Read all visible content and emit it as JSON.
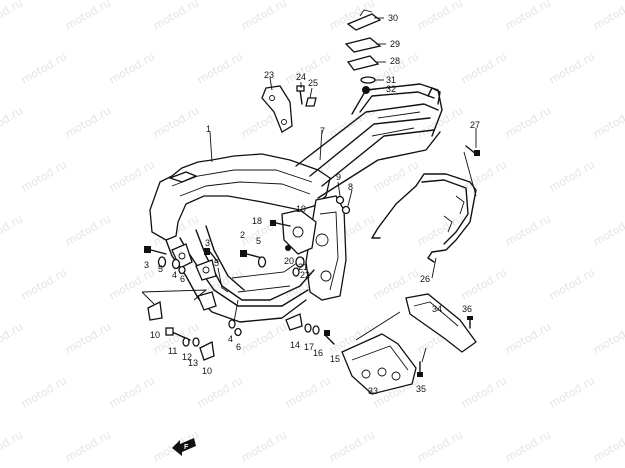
{
  "watermark": {
    "text": "motod.ru"
  },
  "callouts": [
    {
      "id": "c1",
      "label": "1"
    },
    {
      "id": "c2",
      "label": "2"
    },
    {
      "id": "c3a",
      "label": "3"
    },
    {
      "id": "c3b",
      "label": "3"
    },
    {
      "id": "c4a",
      "label": "4"
    },
    {
      "id": "c4b",
      "label": "4"
    },
    {
      "id": "c5a",
      "label": "5"
    },
    {
      "id": "c5b",
      "label": "5"
    },
    {
      "id": "c5c",
      "label": "5"
    },
    {
      "id": "c6a",
      "label": "6"
    },
    {
      "id": "c6b",
      "label": "6"
    },
    {
      "id": "c7",
      "label": "7"
    },
    {
      "id": "c8",
      "label": "8"
    },
    {
      "id": "c9",
      "label": "9"
    },
    {
      "id": "c10a",
      "label": "10"
    },
    {
      "id": "c10b",
      "label": "10"
    },
    {
      "id": "c11",
      "label": "11"
    },
    {
      "id": "c12",
      "label": "12"
    },
    {
      "id": "c13",
      "label": "13"
    },
    {
      "id": "c14",
      "label": "14"
    },
    {
      "id": "c15",
      "label": "15"
    },
    {
      "id": "c16",
      "label": "16"
    },
    {
      "id": "c17",
      "label": "17"
    },
    {
      "id": "c18",
      "label": "18"
    },
    {
      "id": "c19",
      "label": "19"
    },
    {
      "id": "c20",
      "label": "20"
    },
    {
      "id": "c21",
      "label": "21"
    },
    {
      "id": "c22",
      "label": "22"
    },
    {
      "id": "c23",
      "label": "23"
    },
    {
      "id": "c24",
      "label": "24"
    },
    {
      "id": "c25",
      "label": "25"
    },
    {
      "id": "c26",
      "label": "26"
    },
    {
      "id": "c27",
      "label": "27"
    },
    {
      "id": "c28",
      "label": "28"
    },
    {
      "id": "c29",
      "label": "29"
    },
    {
      "id": "c30",
      "label": "30"
    },
    {
      "id": "c31",
      "label": "31"
    },
    {
      "id": "c32",
      "label": "32"
    },
    {
      "id": "c33",
      "label": "33"
    },
    {
      "id": "c34",
      "label": "34"
    },
    {
      "id": "c35",
      "label": "35"
    },
    {
      "id": "c36",
      "label": "36"
    }
  ],
  "direction_marker": {
    "icon": "front-arrow-icon",
    "label": "F"
  }
}
